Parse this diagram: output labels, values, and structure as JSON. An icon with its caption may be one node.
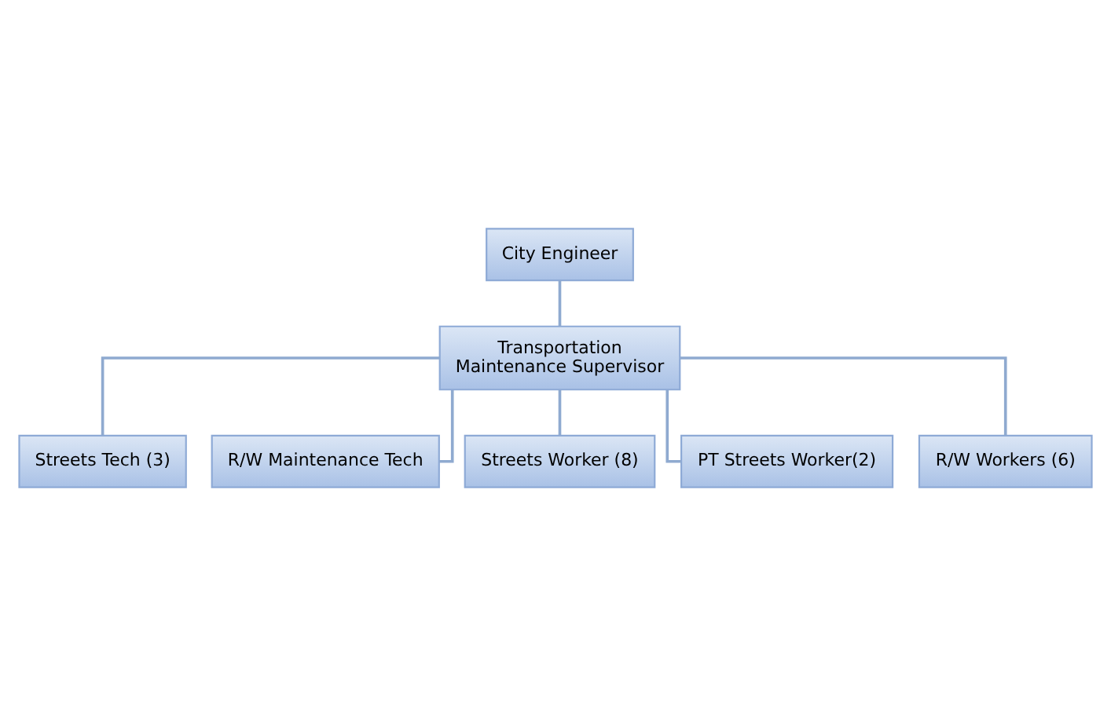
{
  "diagram": {
    "nodes": [
      {
        "text": [
          "City Engineer"
        ]
      },
      {
        "text": [
          "Transportation Maintenance Supervisor"
        ]
      },
      {
        "text": [
          "Streets Tech (3)"
        ]
      },
      {
        "text": [
          "R/W Maintenance Tech"
        ]
      },
      {
        "text": [
          "Streets Worker (8)"
        ]
      },
      {
        "text": [
          "PT Streets Worker(2)"
        ]
      },
      {
        "text": [
          "R/W Workers (6)"
        ]
      }
    ],
    "edges": [
      {
        "from": 0,
        "to": 1,
        "arrow": "none"
      },
      {
        "from": 1,
        "to": 2,
        "arrow": "none"
      },
      {
        "from": 1,
        "to": 3,
        "arrow": "none"
      },
      {
        "from": 1,
        "to": 4,
        "arrow": "none"
      },
      {
        "from": 1,
        "to": 5,
        "arrow": "none"
      },
      {
        "from": 1,
        "to": 6,
        "arrow": "none"
      }
    ]
  }
}
